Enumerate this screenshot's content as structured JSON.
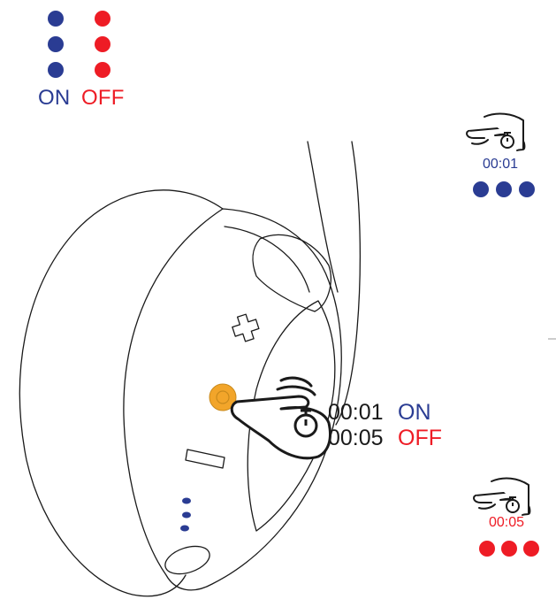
{
  "colors": {
    "on": "#2a3c93",
    "off": "#ee1c25",
    "button": "#f2a52a",
    "line": "#1a1a1a",
    "led": "#2a3c93"
  },
  "legend": {
    "on_label": "ON",
    "off_label": "OFF"
  },
  "press_on": {
    "time": "00:01",
    "icon": "hand-press-timer-icon"
  },
  "press_off": {
    "time": "00:05",
    "icon": "hand-press-timer-icon"
  },
  "main": {
    "time_on": "00:01",
    "state_on": "ON",
    "time_off": "00:05",
    "state_off": "OFF",
    "icon": "hand-press-timer-icon"
  },
  "headphone": {
    "icons": [
      "plus-icon",
      "power-button-icon",
      "minus-icon",
      "led-indicator-icon"
    ]
  }
}
